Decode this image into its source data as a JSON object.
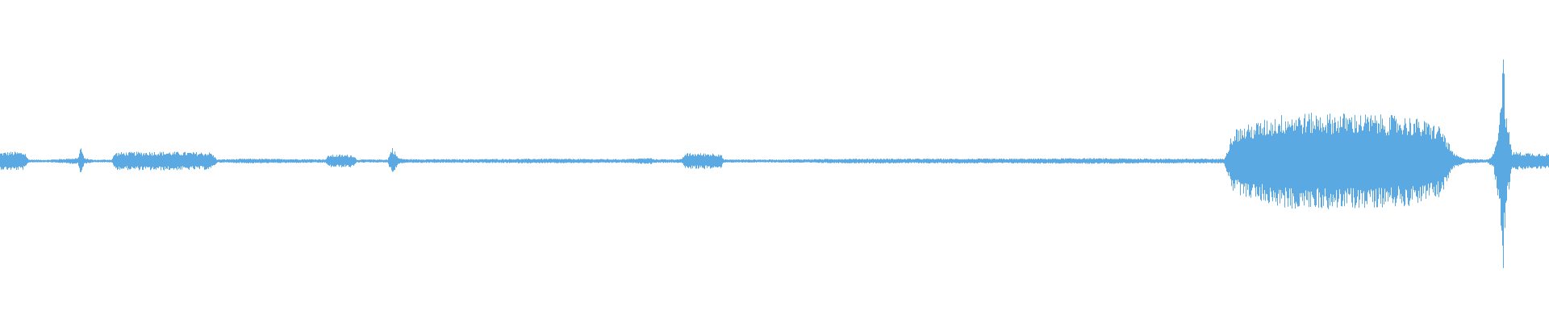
{
  "waveform": {
    "color": "#5aa9e3",
    "background": "#ffffff",
    "channels": 1,
    "envelope_points": [
      [
        0.0,
        0.055
      ],
      [
        0.008,
        0.06
      ],
      [
        0.016,
        0.055
      ],
      [
        0.018,
        0.01
      ],
      [
        0.03,
        0.008
      ],
      [
        0.05,
        0.02
      ],
      [
        0.052,
        0.1
      ],
      [
        0.054,
        0.02
      ],
      [
        0.06,
        0.008
      ],
      [
        0.072,
        0.01
      ],
      [
        0.074,
        0.055
      ],
      [
        0.1,
        0.06
      ],
      [
        0.136,
        0.055
      ],
      [
        0.14,
        0.01
      ],
      [
        0.16,
        0.015
      ],
      [
        0.2,
        0.012
      ],
      [
        0.21,
        0.012
      ],
      [
        0.212,
        0.04
      ],
      [
        0.228,
        0.04
      ],
      [
        0.23,
        0.01
      ],
      [
        0.25,
        0.01
      ],
      [
        0.253,
        0.09
      ],
      [
        0.257,
        0.02
      ],
      [
        0.262,
        0.012
      ],
      [
        0.3,
        0.012
      ],
      [
        0.35,
        0.015
      ],
      [
        0.4,
        0.012
      ],
      [
        0.42,
        0.02
      ],
      [
        0.422,
        0.012
      ],
      [
        0.44,
        0.012
      ],
      [
        0.442,
        0.05
      ],
      [
        0.465,
        0.05
      ],
      [
        0.467,
        0.01
      ],
      [
        0.5,
        0.01
      ],
      [
        0.55,
        0.015
      ],
      [
        0.6,
        0.015
      ],
      [
        0.65,
        0.015
      ],
      [
        0.7,
        0.018
      ],
      [
        0.75,
        0.015
      ],
      [
        0.79,
        0.015
      ],
      [
        0.796,
        0.2
      ],
      [
        0.83,
        0.3
      ],
      [
        0.87,
        0.3
      ],
      [
        0.91,
        0.28
      ],
      [
        0.93,
        0.22
      ],
      [
        0.938,
        0.05
      ],
      [
        0.945,
        0.015
      ],
      [
        0.96,
        0.01
      ],
      [
        0.964,
        0.05
      ],
      [
        0.968,
        0.3
      ],
      [
        0.97,
        0.75
      ],
      [
        0.972,
        0.3
      ],
      [
        0.976,
        0.06
      ],
      [
        0.99,
        0.05
      ],
      [
        1.0,
        0.05
      ]
    ]
  }
}
